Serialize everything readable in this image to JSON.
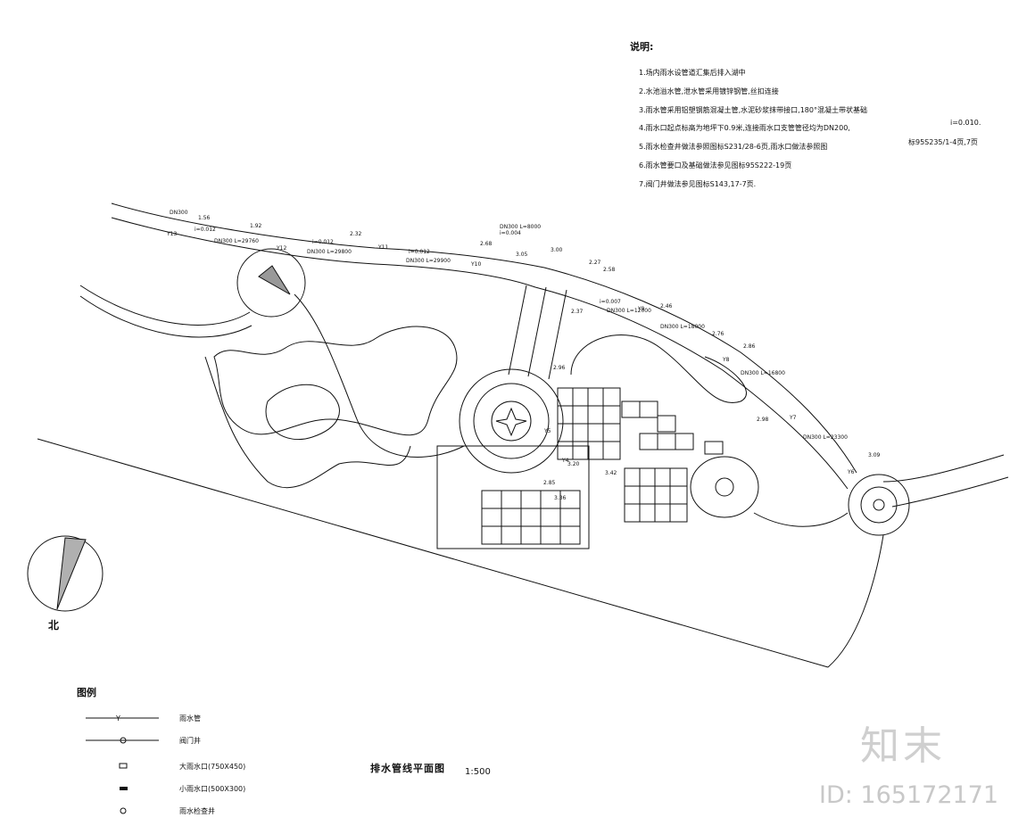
{
  "notes": {
    "title": "说明:",
    "items": [
      "1.场内雨水设管道汇集后排入湖中",
      "2.水池溢水管,泄水管采用镀锌钢管,丝扣连接",
      "3.雨水管采用铝塑钢筋混凝土管,水泥砂浆抹带接口,180°混凝土带状基础",
      "4.雨水口起点标高为地坪下0.9米,连接雨水口支管管径均为DN200,",
      "5.雨水检查井做法参照图标S231/28-6页,雨水口做法参照图",
      "6.雨水管要口及基础做法参见图标95S222-19页",
      "7.阀门井做法参见图标S143,17-7页."
    ],
    "slope_note": "i=0.010.",
    "std_ref": "标95S235/1-4页,7页"
  },
  "pipe_labels": {
    "wells": [
      "Y13",
      "Y12",
      "Y11",
      "Y10",
      "Y9",
      "Y8",
      "Y7",
      "Y6",
      "Y5",
      "Y4"
    ],
    "elevations": [
      "1.56",
      "1.92",
      "2.32",
      "2.68",
      "3.00",
      "3.05",
      "2.27",
      "2.58",
      "2.46",
      "2.37",
      "2.76",
      "2.86",
      "2.98",
      "2.96",
      "3.09",
      "2.85",
      "3.20",
      "3.36",
      "3.42"
    ],
    "segments": [
      "DN300",
      "i=0.012",
      "DN300 L=29760",
      "i=0.012",
      "DN300 L=29800",
      "i=0.012",
      "DN300 L=29900",
      "DN300 L=8000",
      "i=0.004",
      "i=0.007",
      "DN300 L=12000",
      "DN300 L=18000",
      "DN300 L=16800",
      "DN300 L=23300"
    ]
  },
  "legend": {
    "title": "图例",
    "items": [
      {
        "symbol": "Y-line",
        "label": "雨水管"
      },
      {
        "symbol": "valve-well",
        "label": "阀门井"
      },
      {
        "symbol": "large-inlet",
        "label": "大雨水口(750X450)"
      },
      {
        "symbol": "small-inlet",
        "label": "小雨水口(500X300)"
      },
      {
        "symbol": "manhole",
        "label": "雨水检查井"
      }
    ]
  },
  "plan": {
    "title": "排水管线平面图",
    "scale": "1:500"
  },
  "north": {
    "label": "北"
  },
  "watermark": {
    "logo": "知末",
    "id": "ID: 165172171"
  }
}
